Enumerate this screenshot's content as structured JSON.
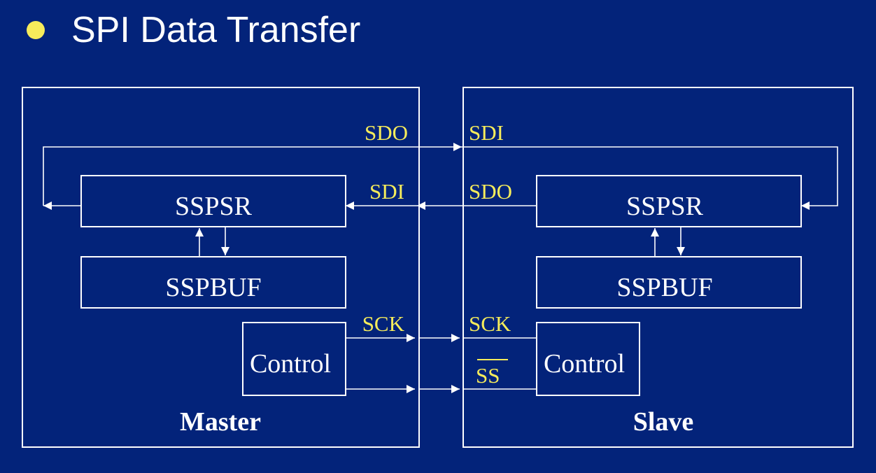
{
  "slide": {
    "title": "SPI Data Transfer",
    "colors": {
      "background": "#03237a",
      "line": "#ffffff",
      "pin_label": "#f6ec5b",
      "bullet": "#f6ec5b"
    }
  },
  "master": {
    "label": "Master",
    "shift_register": "SSPSR",
    "buffer": "SSPBUF",
    "control": "Control",
    "pins": {
      "sdo": "SDO",
      "sdi": "SDI",
      "sck": "SCK"
    }
  },
  "slave": {
    "label": "Slave",
    "shift_register": "SSPSR",
    "buffer": "SSPBUF",
    "control": "Control",
    "pins": {
      "sdi": "SDI",
      "sdo": "SDO",
      "sck": "SCK",
      "ss": "SS"
    }
  }
}
